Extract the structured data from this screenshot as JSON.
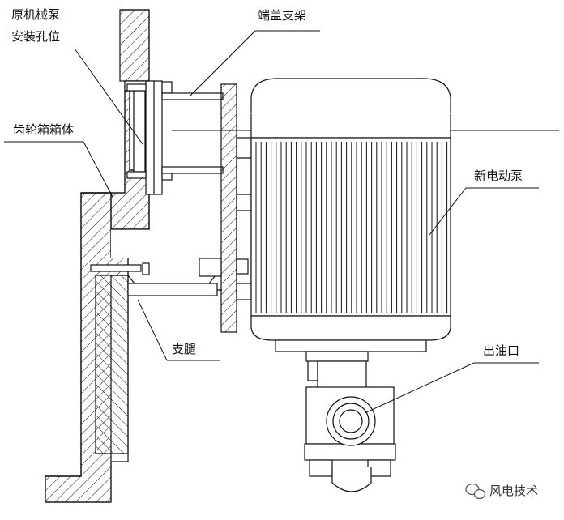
{
  "labels": {
    "original_pump_hole": [
      "原机械泵",
      "安装孔位"
    ],
    "end_cover_bracket": "端盖支架",
    "gearbox_housing": "齿轮箱箱体",
    "new_electric_pump": "新电动泵",
    "support_leg": "支腿",
    "oil_outlet": "出油口"
  },
  "watermark": {
    "text": "风电技术",
    "icon": "wechat-icon"
  },
  "colors": {
    "line": "#111111",
    "background": "#ffffff"
  }
}
